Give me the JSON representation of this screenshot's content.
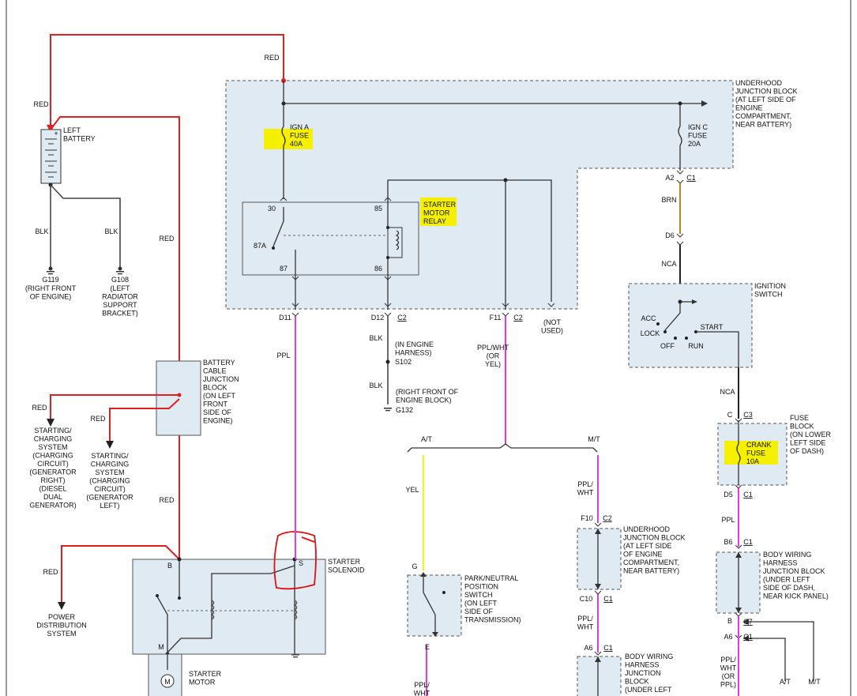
{
  "battery": {
    "name": "LEFT\nBATTERY",
    "plus": "+"
  },
  "grounds": {
    "g119": {
      "name": "G119",
      "desc": "(RIGHT FRONT\nOF ENGINE)"
    },
    "g108": {
      "name": "G108",
      "desc": "(LEFT\nRADIATOR\nSUPPORT\nBRACKET)"
    },
    "g132": {
      "name": "G132",
      "desc": "(RIGHT FRONT OF\nENGINE BLOCK)"
    }
  },
  "wire_colors": {
    "red": "#e02020",
    "blk": "#444444",
    "ppl": "#e03ce0",
    "yel": "#f2f21a",
    "brn": "#b08a2a",
    "nca": "#222222",
    "highlight": "#f5f000"
  },
  "labels": {
    "red": "RED",
    "blk": "BLK",
    "ppl": "PPL",
    "yel": "YEL",
    "brn": "BRN",
    "nca": "NCA",
    "ppl_wht_or_yel": "PPL/WHT\n(OR\nYEL)",
    "ppl_wht": "PPL/\nWHT",
    "ppl_wht_or_ppl": "PPL/\nWHT\n(OR\nPPL)",
    "ppl_wht_partial": "PPL/\nWHT"
  },
  "underhood_block": {
    "desc": "UNDERHOOD\nJUNCTION BLOCK\n(AT LEFT SIDE OF\nENGINE\nCOMPARTMENT,\nNEAR BATTERY)",
    "ign_a": "IGN A\nFUSE\n40A",
    "ign_c": "IGN C\nFUSE\n20A",
    "relay": "STARTER\nMOTOR\nRELAY",
    "pins": {
      "p30": "30",
      "p85": "85",
      "p87a": "87A",
      "p87": "87",
      "p86": "86"
    },
    "not_used": "(NOT\nUSED)"
  },
  "connectors": {
    "a2": "A2",
    "c1": "C1",
    "d6": "D6",
    "d11": "D11",
    "d12": "D12",
    "c2": "C2",
    "f11": "F11",
    "c": "C",
    "c3": "C3",
    "d5": "D5",
    "b6": "B6",
    "b": "B",
    "c7": "C7",
    "a6": "A6",
    "f10": "F10",
    "c10": "C10",
    "a6b": "A6",
    "g": "G",
    "e": "E"
  },
  "splice": {
    "s102": "S102",
    "in_engine_harness": "(IN ENGINE\nHARNESS)"
  },
  "ignition_switch": {
    "title": "IGNITION\nSWITCH",
    "acc": "ACC",
    "lock": "LOCK",
    "off": "OFF",
    "run": "RUN",
    "start": "START"
  },
  "fuse_block": {
    "title": "FUSE\nBLOCK\n(ON LOWER\nLEFT SIDE\nOF DASH)",
    "crank": "CRANK\nFUSE\n10A"
  },
  "battery_cable_jb": "BATTERY\nCABLE\nJUNCTION\nBLOCK\n(ON LEFT\nFRONT\nSIDE OF\nENGINE)",
  "charging_right": "STARTING/\nCHARGING\nSYSTEM\n(CHARGING\nCIRCUIT)\n(GENERATOR\nRIGHT)\n(DIESEL\nDUAL\nGENERATOR)",
  "charging_left": "STARTING/\nCHARGING\nSYSTEM\n(CHARGING\nCIRCUIT)\n(GENERATOR\nLEFT)",
  "power_dist": "POWER\nDISTRIBUTION\nSYSTEM",
  "starter_solenoid": {
    "title": "STARTER\nSOLENOID",
    "b": "B",
    "s": "S",
    "m": "M"
  },
  "starter_motor": {
    "title": "STARTER\nMOTOR",
    "symbol": "M"
  },
  "transmission": {
    "at": "A/T",
    "mt": "M/T"
  },
  "pnp_switch": "PARK/NEUTRAL\nPOSITION\nSWITCH\n(ON LEFT\nSIDE OF\nTRANSMISSION)",
  "underhood_jb2": "UNDERHOOD\nJUNCTION BLOCK\n(AT LEFT SIDE\nOF ENGINE\nCOMPARTMENT,\nNEAR BATTERY)",
  "body_jb_right": "BODY WIRING\nHARNESS\nJUNCTION BLOCK\n(UNDER LEFT\nSIDE OF DASH,\nNEAR KICK PANEL)",
  "body_jb_mid": "BODY WIRING\nHARNESS\nJUNCTION\nBLOCK\n(UNDER LEFT",
  "at_mt_right": {
    "at": "A/T",
    "mt": "M/T"
  }
}
